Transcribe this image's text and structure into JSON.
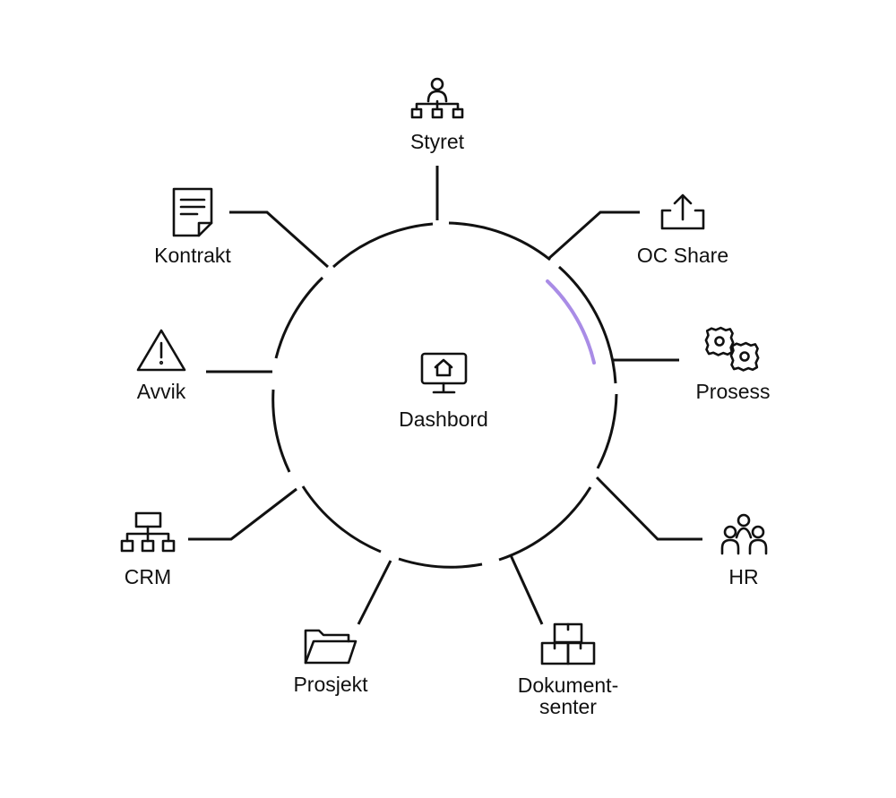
{
  "center": {
    "label": "Dashbord",
    "icon": "monitor-home-icon"
  },
  "nodes": [
    {
      "id": "styret",
      "label": "Styret",
      "icon": "org-chart-person-icon"
    },
    {
      "id": "oc-share",
      "label": "OC Share",
      "icon": "share-upload-icon"
    },
    {
      "id": "prosess",
      "label": "Prosess",
      "icon": "gears-icon"
    },
    {
      "id": "hr",
      "label": "HR",
      "icon": "people-group-icon"
    },
    {
      "id": "dokumentsenter",
      "label_line1": "Dokument-",
      "label_line2": "senter",
      "icon": "boxes-icon"
    },
    {
      "id": "prosjekt",
      "label": "Prosjekt",
      "icon": "folder-icon"
    },
    {
      "id": "crm",
      "label": "CRM",
      "icon": "hierarchy-icon"
    },
    {
      "id": "avvik",
      "label": "Avvik",
      "icon": "warning-icon"
    },
    {
      "id": "kontrakt",
      "label": "Kontrakt",
      "icon": "document-icon"
    }
  ],
  "colors": {
    "line": "#111111",
    "accent": "#a98ce6",
    "background": "#ffffff"
  }
}
